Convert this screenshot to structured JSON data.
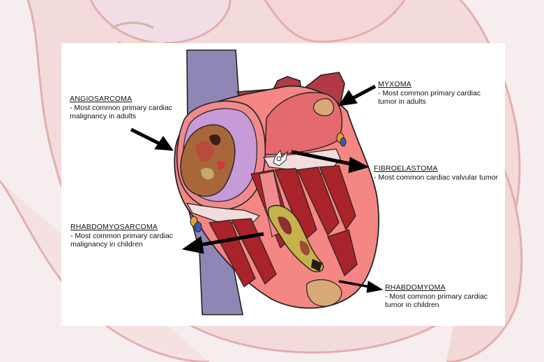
{
  "tumors": [
    {
      "id": "angiosarcoma",
      "name": "ANGIOSARCOMA",
      "description": "- Most common primary cardiac\nmalignancy in adults"
    },
    {
      "id": "myxoma",
      "name": "MYXOMA",
      "description": "- Most common primary cardiac\ntumor in adults"
    },
    {
      "id": "fibroelastoma",
      "name": "FIBROELASTOMA",
      "description": "- Most common cardiac valvular tumor"
    },
    {
      "id": "rhabdomyosarcoma",
      "name": "RHABDOMYOSARCOMA",
      "description": "- Most common primary cardiac\nmalignancy in children"
    },
    {
      "id": "rhabdomyoma",
      "name": "RHABDOMYOMA",
      "description": "- Most common primary cardiac\ntumor in children"
    }
  ],
  "colors": {
    "background": "#f6eeee",
    "vena_cava": "#8f86b5",
    "atrium_wall": "#f08a8c",
    "right_atrium_inner": "#c79ad8",
    "myocardium": "#f48683",
    "muscle_dark": "#a9232a",
    "valve_pale": "#f3dcdc",
    "tumor_brown": "#a8663b",
    "tumor_tan": "#d9a877",
    "arrow": "#000000"
  }
}
